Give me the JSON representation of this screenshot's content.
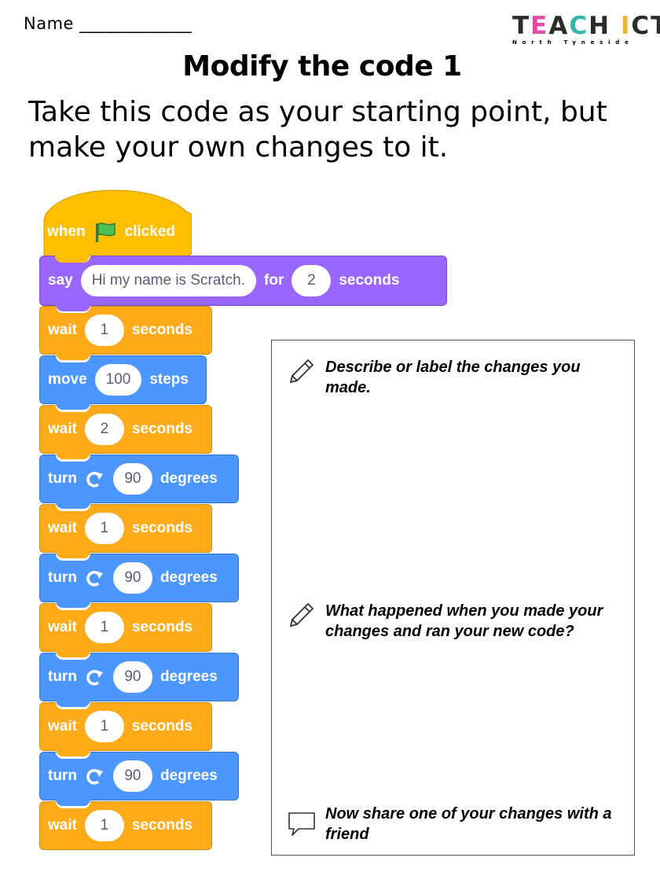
{
  "header": {
    "name_label": "Name _____________",
    "logo_main": [
      "T",
      "E",
      "A",
      "C",
      "H",
      " ",
      "I",
      "C",
      "T"
    ],
    "logo_sub": "North Tyneside"
  },
  "title": "Modify the code 1",
  "subtitle": "Take this code as your starting point, but make your own changes to it.",
  "code_blocks": [
    {
      "category": "events",
      "color": "#ffbf00",
      "parts": [
        "when",
        "flag-icon",
        "clicked"
      ]
    },
    {
      "category": "looks",
      "color": "#9966ff",
      "text": "say",
      "message": "Hi my name is Scratch.",
      "for": "for",
      "seconds_value": "2",
      "unit": "seconds"
    },
    {
      "category": "control",
      "color": "#ffab19",
      "text": "wait",
      "value": "1",
      "unit": "seconds"
    },
    {
      "category": "motion",
      "color": "#4c97ff",
      "text": "move",
      "value": "100",
      "unit": "steps"
    },
    {
      "category": "control",
      "color": "#ffab19",
      "text": "wait",
      "value": "2",
      "unit": "seconds"
    },
    {
      "category": "motion",
      "color": "#4c97ff",
      "text": "turn",
      "icon": "turn-right-icon",
      "value": "90",
      "unit": "degrees"
    },
    {
      "category": "control",
      "color": "#ffab19",
      "text": "wait",
      "value": "1",
      "unit": "seconds"
    },
    {
      "category": "motion",
      "color": "#4c97ff",
      "text": "turn",
      "icon": "turn-right-icon",
      "value": "90",
      "unit": "degrees"
    },
    {
      "category": "control",
      "color": "#ffab19",
      "text": "wait",
      "value": "1",
      "unit": "seconds"
    },
    {
      "category": "motion",
      "color": "#4c97ff",
      "text": "turn",
      "icon": "turn-right-icon",
      "value": "90",
      "unit": "degrees"
    },
    {
      "category": "control",
      "color": "#ffab19",
      "text": "wait",
      "value": "1",
      "unit": "seconds"
    },
    {
      "category": "motion",
      "color": "#4c97ff",
      "text": "turn",
      "icon": "turn-right-icon",
      "value": "90",
      "unit": "degrees"
    },
    {
      "category": "control",
      "color": "#ffab19",
      "text": "wait",
      "value": "1",
      "unit": "seconds"
    }
  ],
  "prompts": [
    {
      "icon": "pencil-icon",
      "text": "Describe or label  the changes you made."
    },
    {
      "icon": "pencil-icon",
      "text": "What happened when you made your changes and ran your new code?"
    },
    {
      "icon": "speech-bubble-icon",
      "text": "Now share one of your changes with a friend"
    }
  ]
}
